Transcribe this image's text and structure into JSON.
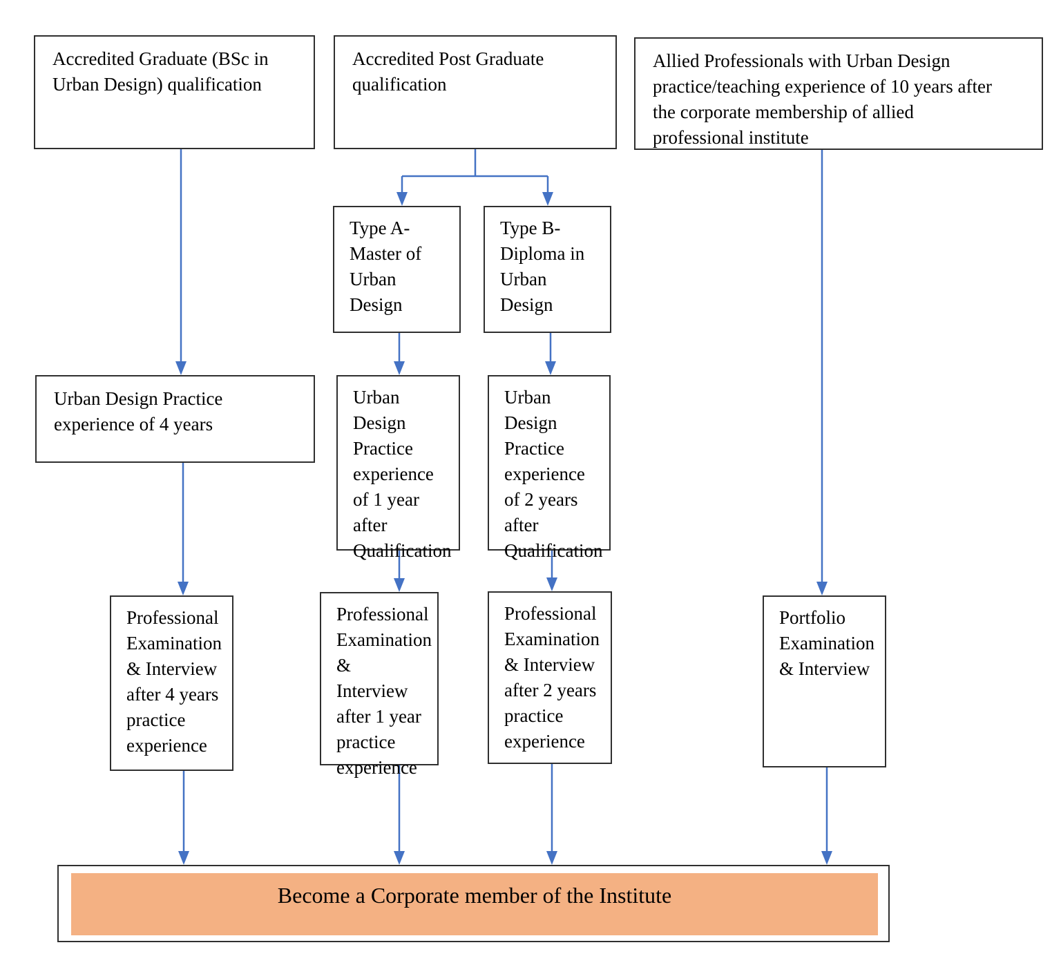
{
  "diagram": {
    "colors": {
      "arrow": "#4472C4",
      "box_border": "#2f2f2f",
      "banner_fill": "#F4B183",
      "text": "#000000",
      "background": "#ffffff"
    },
    "nodes": {
      "grad": {
        "label": "Accredited Graduate (BSc in\nUrban Design) qualification"
      },
      "postgrad": {
        "label": "Accredited Post Graduate\nqualification"
      },
      "allied": {
        "label": "Allied Professionals with Urban Design\npractice/teaching experience of 10 years after\nthe corporate membership of allied\nprofessional institute"
      },
      "type_a": {
        "label": "Type A-\nMaster of\nUrban\nDesign"
      },
      "type_b": {
        "label": "Type B-\nDiploma in\nUrban\nDesign"
      },
      "practice_4y": {
        "label": "Urban Design Practice\nexperience of 4 years"
      },
      "practice_1y": {
        "label": "Urban\nDesign\nPractice\nexperience\nof 1 year\nafter\nQualification"
      },
      "practice_2y": {
        "label": "Urban\nDesign\nPractice\nexperience\nof 2 years\nafter\nQualification"
      },
      "exam_4y": {
        "label": "Professional\nExamination\n& Interview\nafter 4 years\npractice\nexperience"
      },
      "exam_1y": {
        "label": "Professional\nExamination\n& Interview\nafter 1 year\npractice\nexperience"
      },
      "exam_2y": {
        "label": "Professional\nExamination\n& Interview\nafter 2 years\npractice\nexperience"
      },
      "portfolio": {
        "label": "Portfolio\nExamination\n& Interview"
      }
    },
    "banner": {
      "label": "Become a Corporate member of the Institute"
    }
  }
}
